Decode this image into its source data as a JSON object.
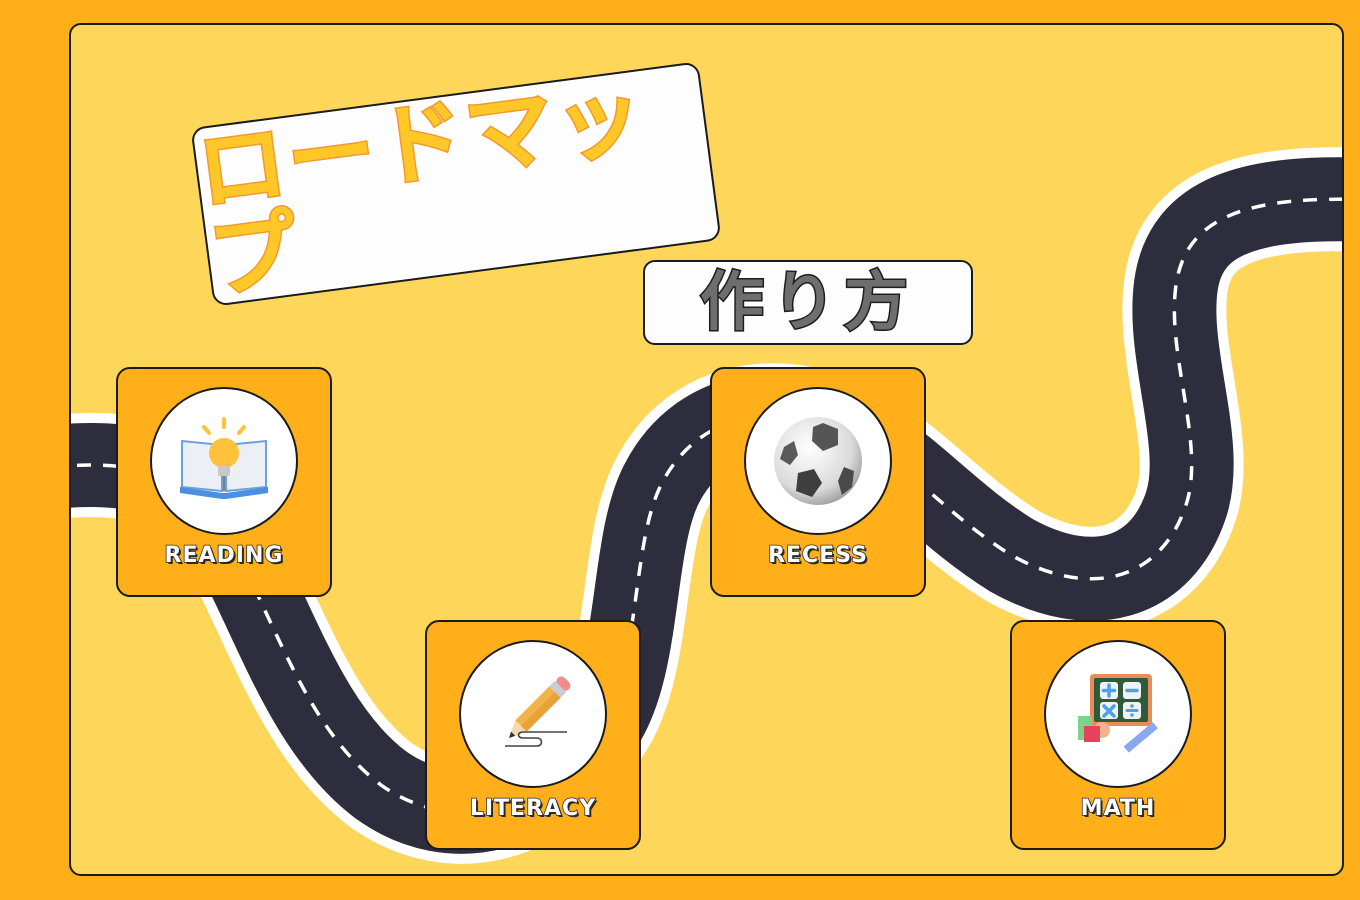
{
  "title": {
    "text": "ロードマップ",
    "fill_color": "#FFC727",
    "stroke_color": "#F39A2E"
  },
  "subtitle": {
    "text": "作り方",
    "fill_color": "#6E6E6E"
  },
  "stops": [
    {
      "label": "READING",
      "icon": "book-lightbulb-icon"
    },
    {
      "label": "LITERACY",
      "icon": "pencil-icon"
    },
    {
      "label": "RECESS",
      "icon": "soccer-ball-icon"
    },
    {
      "label": "MATH",
      "icon": "chalkboard-math-icon"
    }
  ],
  "colors": {
    "background": "#FFAF1A",
    "panel": "#FDD65A",
    "road": "#2E2D3D",
    "road_edge": "#FFFFFF",
    "card": "#FFAF1A"
  }
}
